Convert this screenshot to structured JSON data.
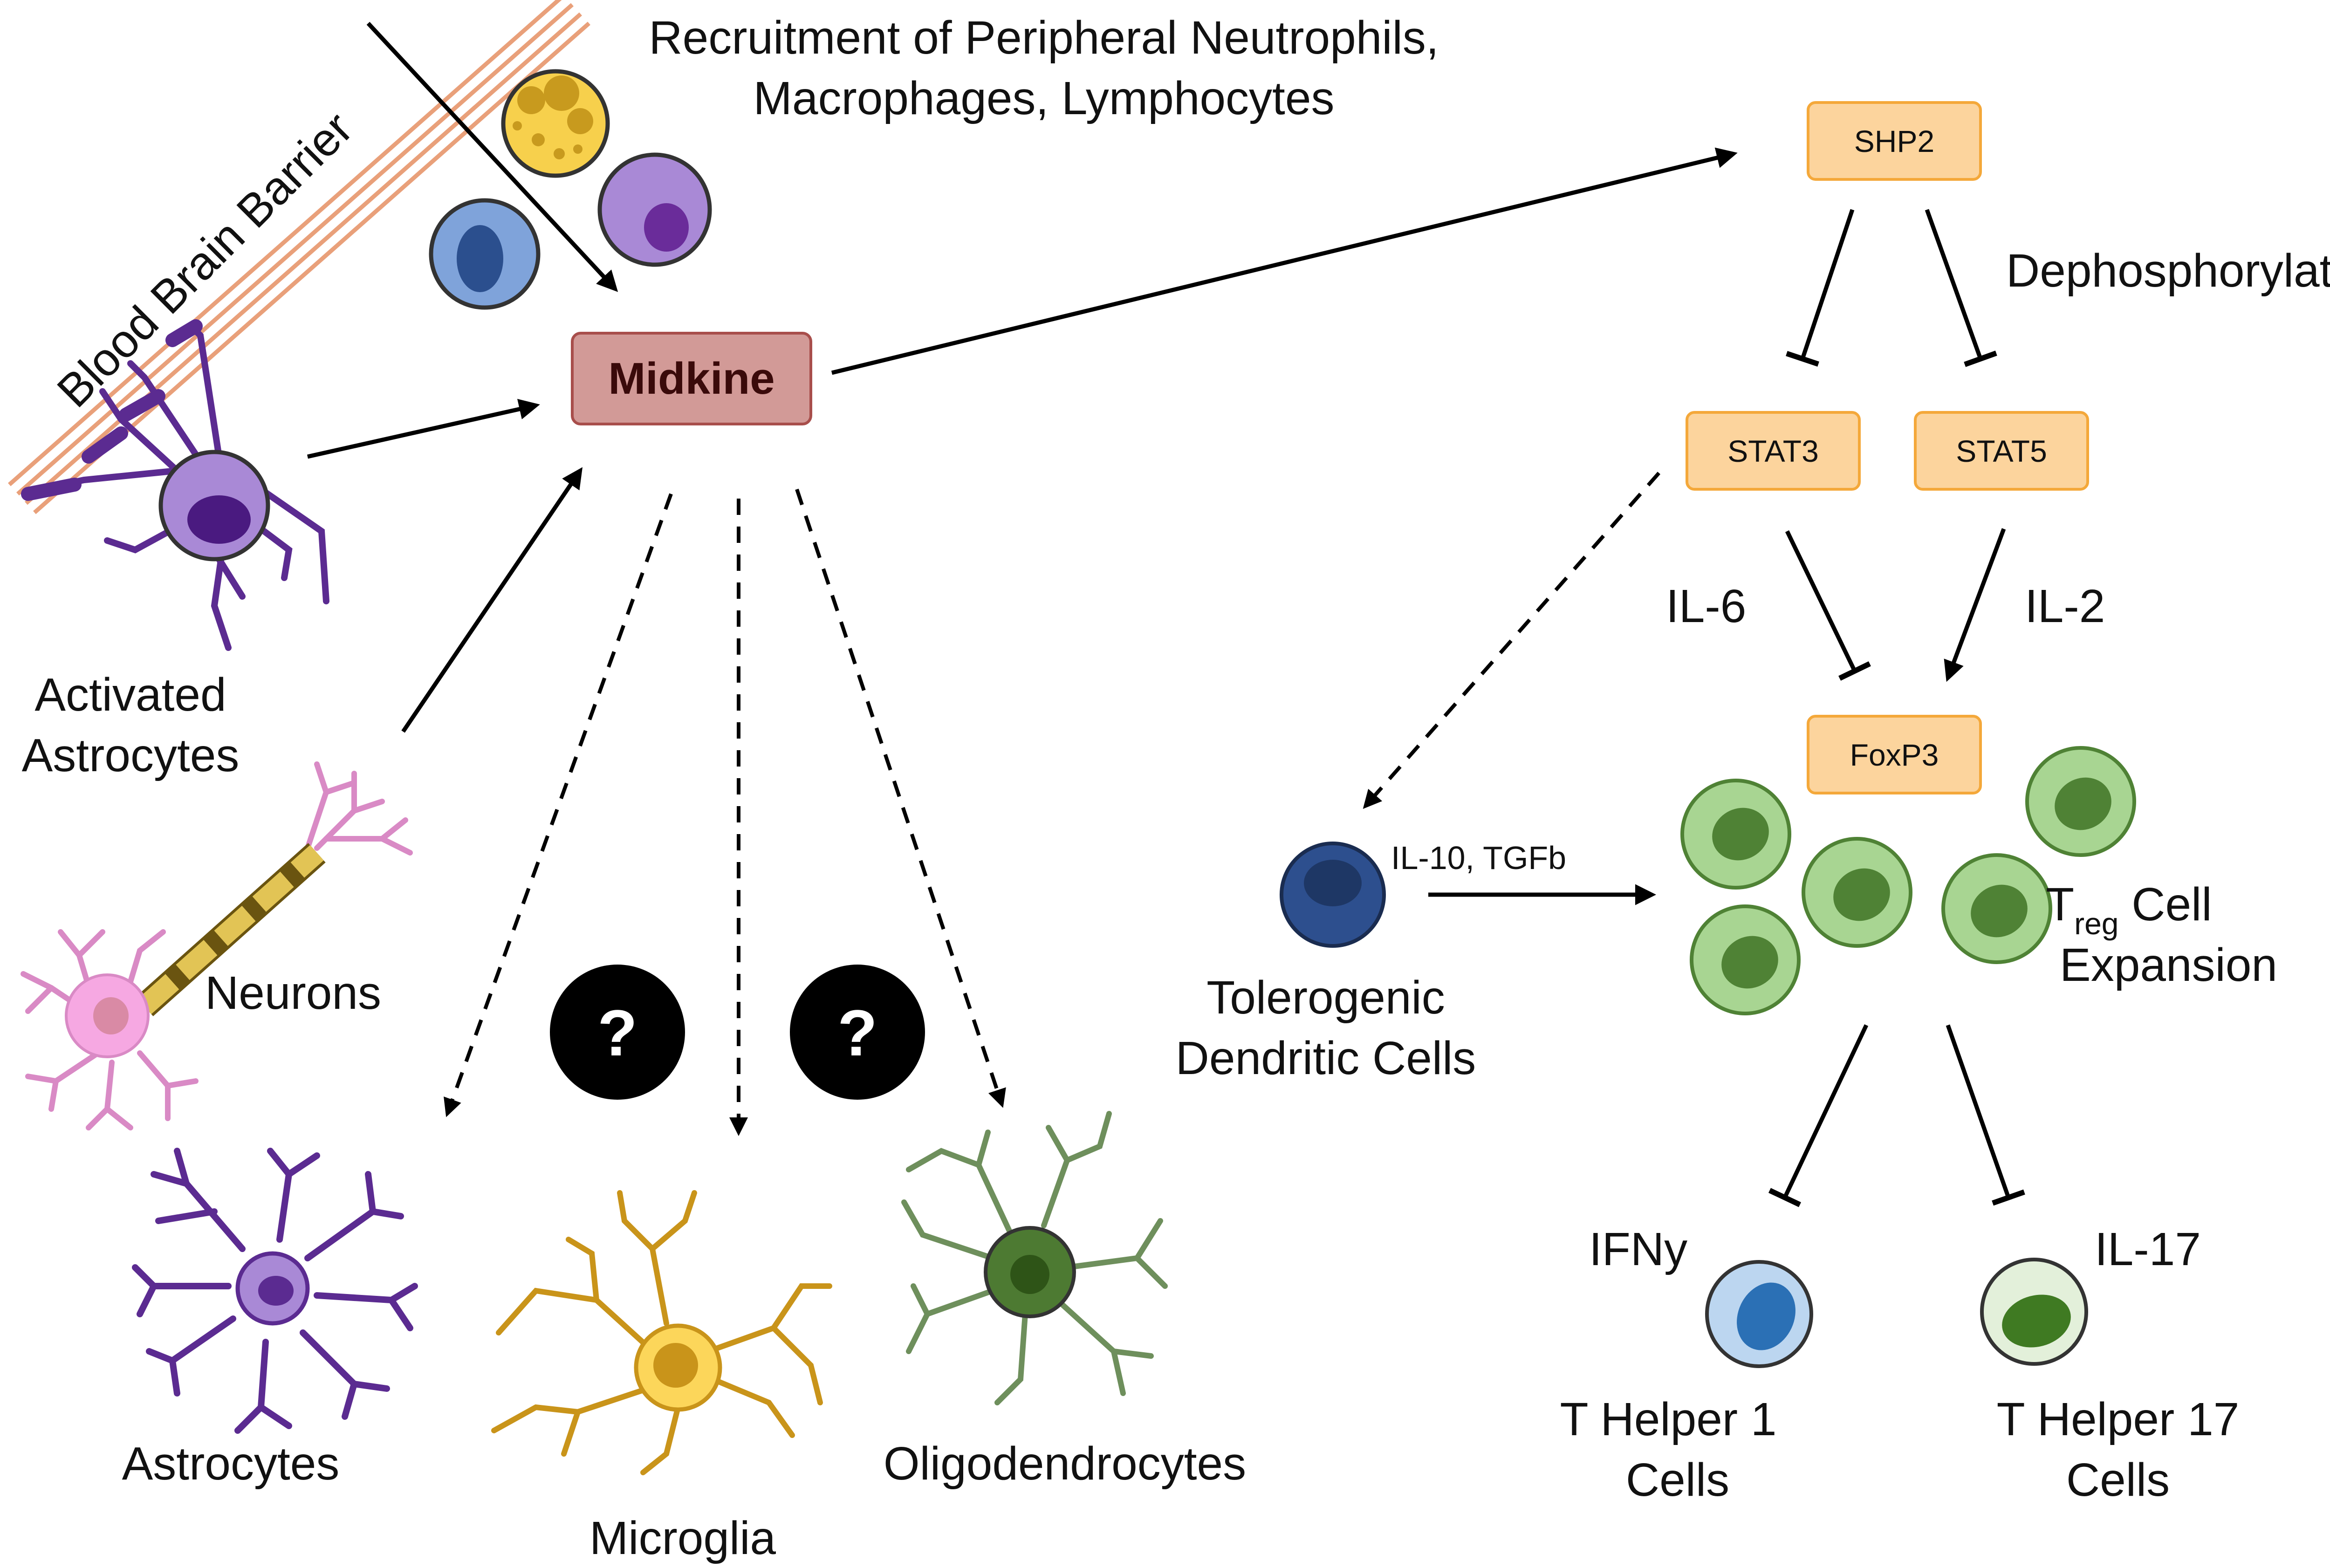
{
  "colors": {
    "midkine_fill": "#d29a97",
    "midkine_stroke": "#a84e4b",
    "node_fill": "#fcd49d",
    "node_stroke": "#f4a83a",
    "astrocyte": "#5b2b91",
    "neuron": "#d98ac5",
    "microglia": "#c9941a",
    "oligo": "#6e8f5c",
    "treg_fill": "#a8d592",
    "treg_nucleus": "#4f8235",
    "dc_fill": "#2d4f8e",
    "bbb_stroke": "#e9a07a"
  },
  "nodes": {
    "midkine": "Midkine",
    "shp2": "SHP2",
    "stat3": "STAT3",
    "stat5": "STAT5",
    "foxp3": "FoxP3"
  },
  "labels": {
    "bbb": "Blood Brain Barrier",
    "recruitment_1": "Recruitment of Peripheral Neutrophils,",
    "recruitment_2": "Macrophages, Lymphocytes",
    "activated_astro_1": "Activated",
    "activated_astro_2": "Astrocytes",
    "neurons": "Neurons",
    "astrocytes": "Astrocytes",
    "microglia": "Microglia",
    "oligodendrocytes": "Oligodendrocytes",
    "dephosphorylation": "Dephosphorylation",
    "il6": "IL-6",
    "il2": "IL-2",
    "il10_tgfb": "IL-10, TGFb",
    "tolerogenic_1": "Tolerogenic",
    "tolerogenic_2": "Dendritic Cells",
    "treg_T": "T",
    "treg_sub": "reg",
    "treg_cell": " Cell",
    "treg_expansion": "Expansion",
    "ifny": "IFNy",
    "il17": "IL-17",
    "th1_1": "T Helper 1",
    "th1_2": "Cells",
    "th17_1": "T Helper 17",
    "th17_2": "Cells",
    "question": "?"
  }
}
